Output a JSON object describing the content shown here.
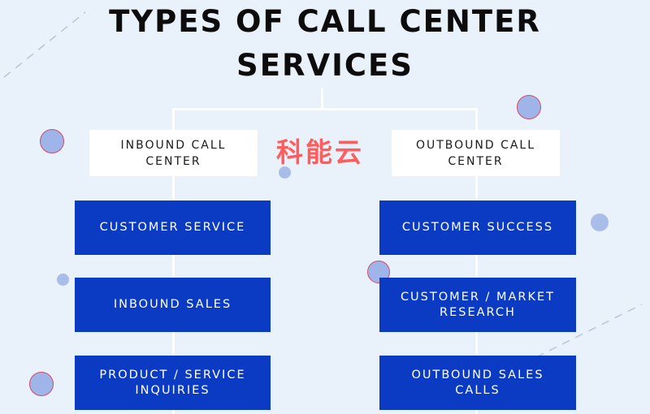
{
  "title": {
    "line1": "TYPES OF CALL CENTER",
    "line2": "SERVICES"
  },
  "watermark": "科能云",
  "left_column": {
    "header": {
      "line1": "INBOUND CALL",
      "line2": "CENTER"
    },
    "items": [
      {
        "line1": "CUSTOMER SERVICE",
        "line2": ""
      },
      {
        "line1": "INBOUND SALES",
        "line2": ""
      },
      {
        "line1": "PRODUCT / SERVICE",
        "line2": "INQUIRIES"
      }
    ]
  },
  "right_column": {
    "header": {
      "line1": "OUTBOUND CALL",
      "line2": "CENTER"
    },
    "items": [
      {
        "line1": "CUSTOMER SUCCESS",
        "line2": ""
      },
      {
        "line1": "CUSTOMER / MARKET",
        "line2": "RESEARCH"
      },
      {
        "line1": "OUTBOUND SALES",
        "line2": "CALLS"
      }
    ]
  },
  "colors": {
    "background": "#e9f1fb",
    "service_box": "#0b3bc2",
    "header_box": "#ffffff",
    "watermark": "#ff5d5d"
  }
}
